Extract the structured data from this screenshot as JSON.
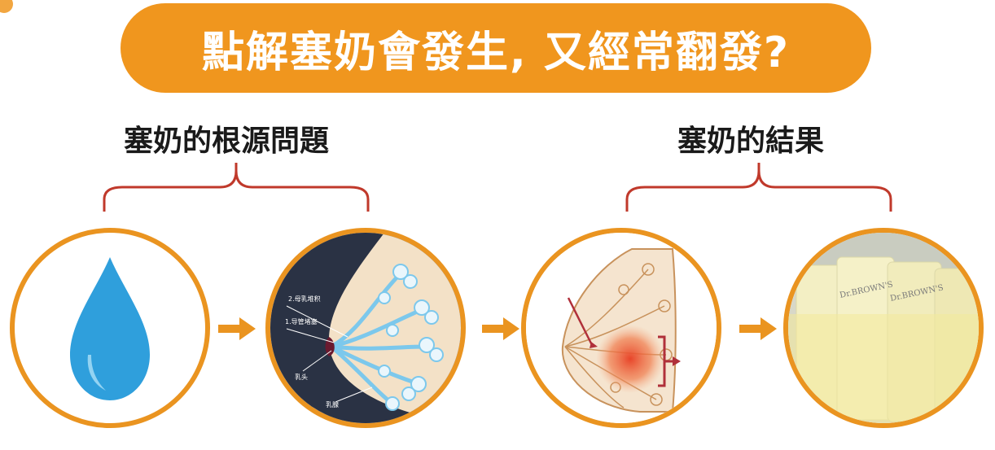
{
  "title": "點解塞奶會發生, 又經常翻發?",
  "sections": {
    "left": {
      "label": "塞奶的根源問題"
    },
    "right": {
      "label": "塞奶的結果"
    }
  },
  "diagram_labels": {
    "milk_accumulation": "2.母乳堆积",
    "duct_blockage": "1.导管堵塞",
    "nipple": "乳头",
    "gland": "乳腺"
  },
  "bottle_text": {
    "brand": "Dr.BROWN'S"
  },
  "colors": {
    "accent_orange": "#f0961e",
    "circle_border": "#ea9420",
    "brace_red": "#c0392b",
    "drop_blue": "#2f9fdc",
    "duct_blue": "#7cc8ec",
    "inflammation_red": "#e8452a"
  }
}
